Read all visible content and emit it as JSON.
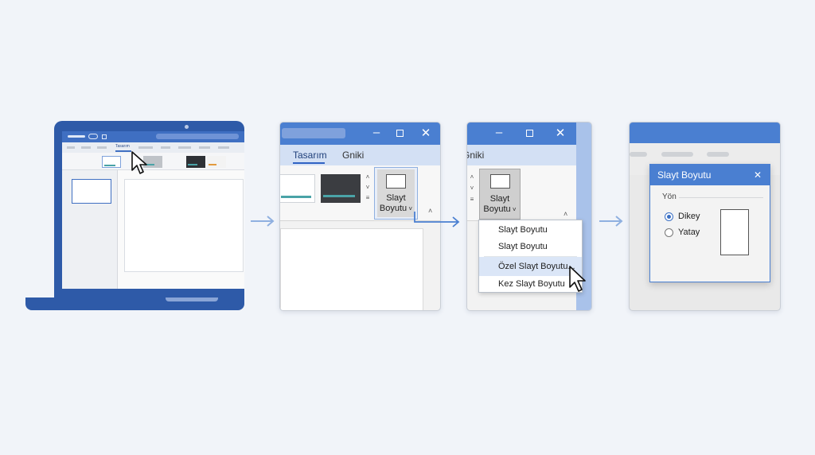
{
  "colors": {
    "accent": "#4a7fd1",
    "laptop_frame": "#2e5aa8",
    "menu_highlight": "#dbe6f7",
    "background": "#f1f4f9"
  },
  "step1": {
    "ribbon_tab_label": "Tasarım"
  },
  "step2": {
    "tabs": [
      {
        "label": "Tasarım"
      },
      {
        "label": "Gniki"
      }
    ],
    "slide_size_button": {
      "line1": "Slayt",
      "line2": "Boyutu",
      "icon": "slide-size-icon"
    }
  },
  "step3": {
    "tab_partial": "Gniki",
    "slide_size_button": {
      "line1": "Slayt",
      "line2": "Boyutu"
    },
    "menu_items": [
      {
        "label": "Slayt Boyutu"
      },
      {
        "label": "Slayt Boyutu"
      },
      {
        "label": "Özel Slayt Boyutu..."
      },
      {
        "label": "Kez Slayt Boyutu"
      }
    ]
  },
  "step4": {
    "dialog": {
      "title": "Slayt Boyutu",
      "group_label": "Yön",
      "options": [
        {
          "label": "Dikey",
          "selected": true
        },
        {
          "label": "Yatay",
          "selected": false
        }
      ]
    }
  }
}
